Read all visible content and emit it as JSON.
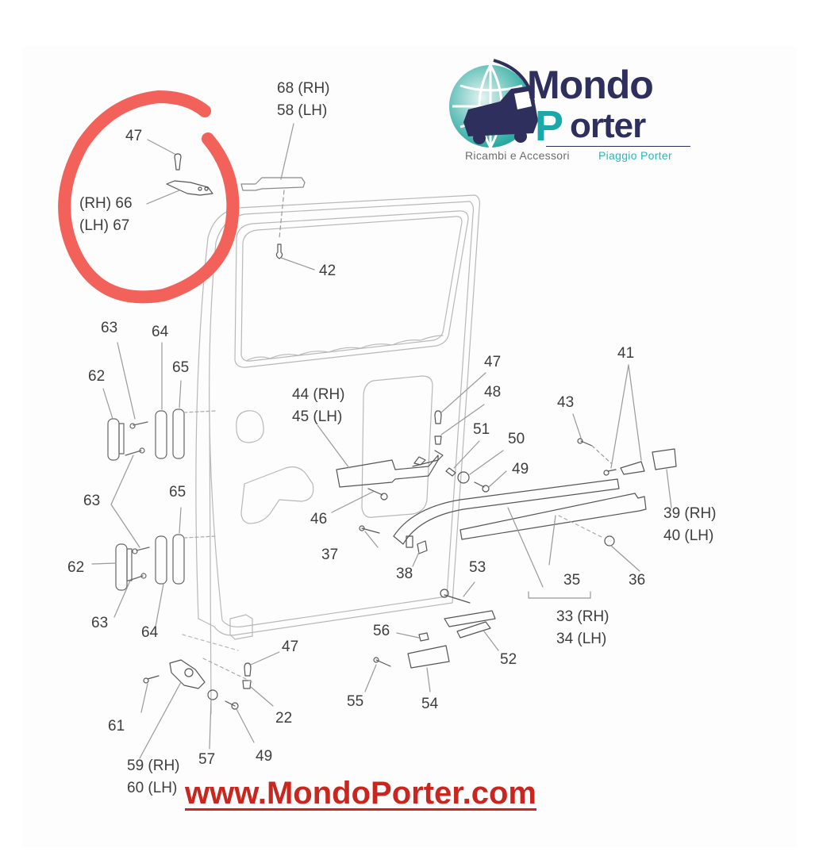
{
  "logo": {
    "word_1": "Mondo",
    "word_2_initial": "P",
    "word_2_rest": "orter",
    "tagline_left": "Ricambi e Accessori",
    "tagline_right": "Piaggio Porter",
    "colors": {
      "navy": "#2e2f5c",
      "teal": "#1aa8a8",
      "tagline_grey": "#6c6c6c"
    }
  },
  "highlight_circle": {
    "color": "#f2625a",
    "encloses_parts": [
      "47",
      "66 (RH)",
      "67 (LH)"
    ]
  },
  "website": {
    "url_text": "www.MondoPorter.com",
    "color": "#c8261e"
  },
  "callouts": {
    "c68_58": [
      "68 (RH)",
      "58 (LH)"
    ],
    "c47_top": "47",
    "c66_67": [
      "(RH) 66",
      "(LH) 67"
    ],
    "c42": "42",
    "c63_a": "63",
    "c64_a": "64",
    "c65_a": "65",
    "c62_a": "62",
    "c63_b": "63",
    "c65_b": "65",
    "c62_b": "62",
    "c63_c": "63",
    "c64_b": "64",
    "c44_45": [
      "44 (RH)",
      "45 (LH)"
    ],
    "c47_mid": "47",
    "c48": "48",
    "c51": "51",
    "c50": "50",
    "c49_mid": "49",
    "c46": "46",
    "c37": "37",
    "c38": "38",
    "c41": "41",
    "c43": "43",
    "c39_40": [
      "39 (RH)",
      "40 (LH)"
    ],
    "c35": "35",
    "c36": "36",
    "c33_34": [
      "33 (RH)",
      "34 (LH)"
    ],
    "c53": "53",
    "c56": "56",
    "c52": "52",
    "c55": "55",
    "c54": "54",
    "c47_low": "47",
    "c22": "22",
    "c61": "61",
    "c57": "57",
    "c49_low": "49",
    "c59_60": [
      "59 (RH)",
      "60 (LH)"
    ]
  }
}
